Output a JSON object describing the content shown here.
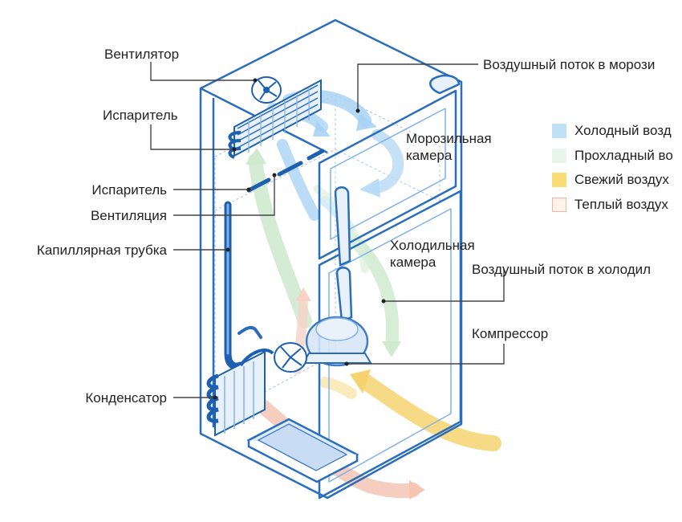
{
  "labels": {
    "fan": "Вентилятор",
    "evaporator_top": "Испаритель",
    "evaporator_mid": "Испаритель",
    "ventilation": "Вентиляция",
    "capillary_tube": "Капиллярная трубка",
    "condenser": "Конденсатор",
    "freezer_airflow": "Воздушный поток в морози",
    "freezer_line1": "Морозильная",
    "freezer_line2": "камера",
    "fridge_line1": "Холодильная",
    "fridge_line2": "камера",
    "fridge_airflow": "Воздушный поток в холодил",
    "compressor": "Компрессор"
  },
  "legend": [
    {
      "text": "Холодный возд",
      "fill": "#bfe0f7",
      "border": "#bfe0f7"
    },
    {
      "text": "Прохладный во",
      "fill": "#e8f5e9",
      "border": "#e8f5e9"
    },
    {
      "text": "Свежий воздух",
      "fill": "#f8dc74",
      "border": "#f8dc74"
    },
    {
      "text": "Теплый воздух",
      "fill": "#fff3ec",
      "border": "#f2b79e"
    }
  ],
  "colors": {
    "outline": "#2a6dbd",
    "pipe": "#1d5fb0",
    "pipe_light": "#7fb2e8",
    "leader": "#444444",
    "cold_air": "#a9d3f5",
    "cool_air": "#cfeacf",
    "fresh_air": "#f5d370",
    "warm_air": "#f5c6b4"
  }
}
